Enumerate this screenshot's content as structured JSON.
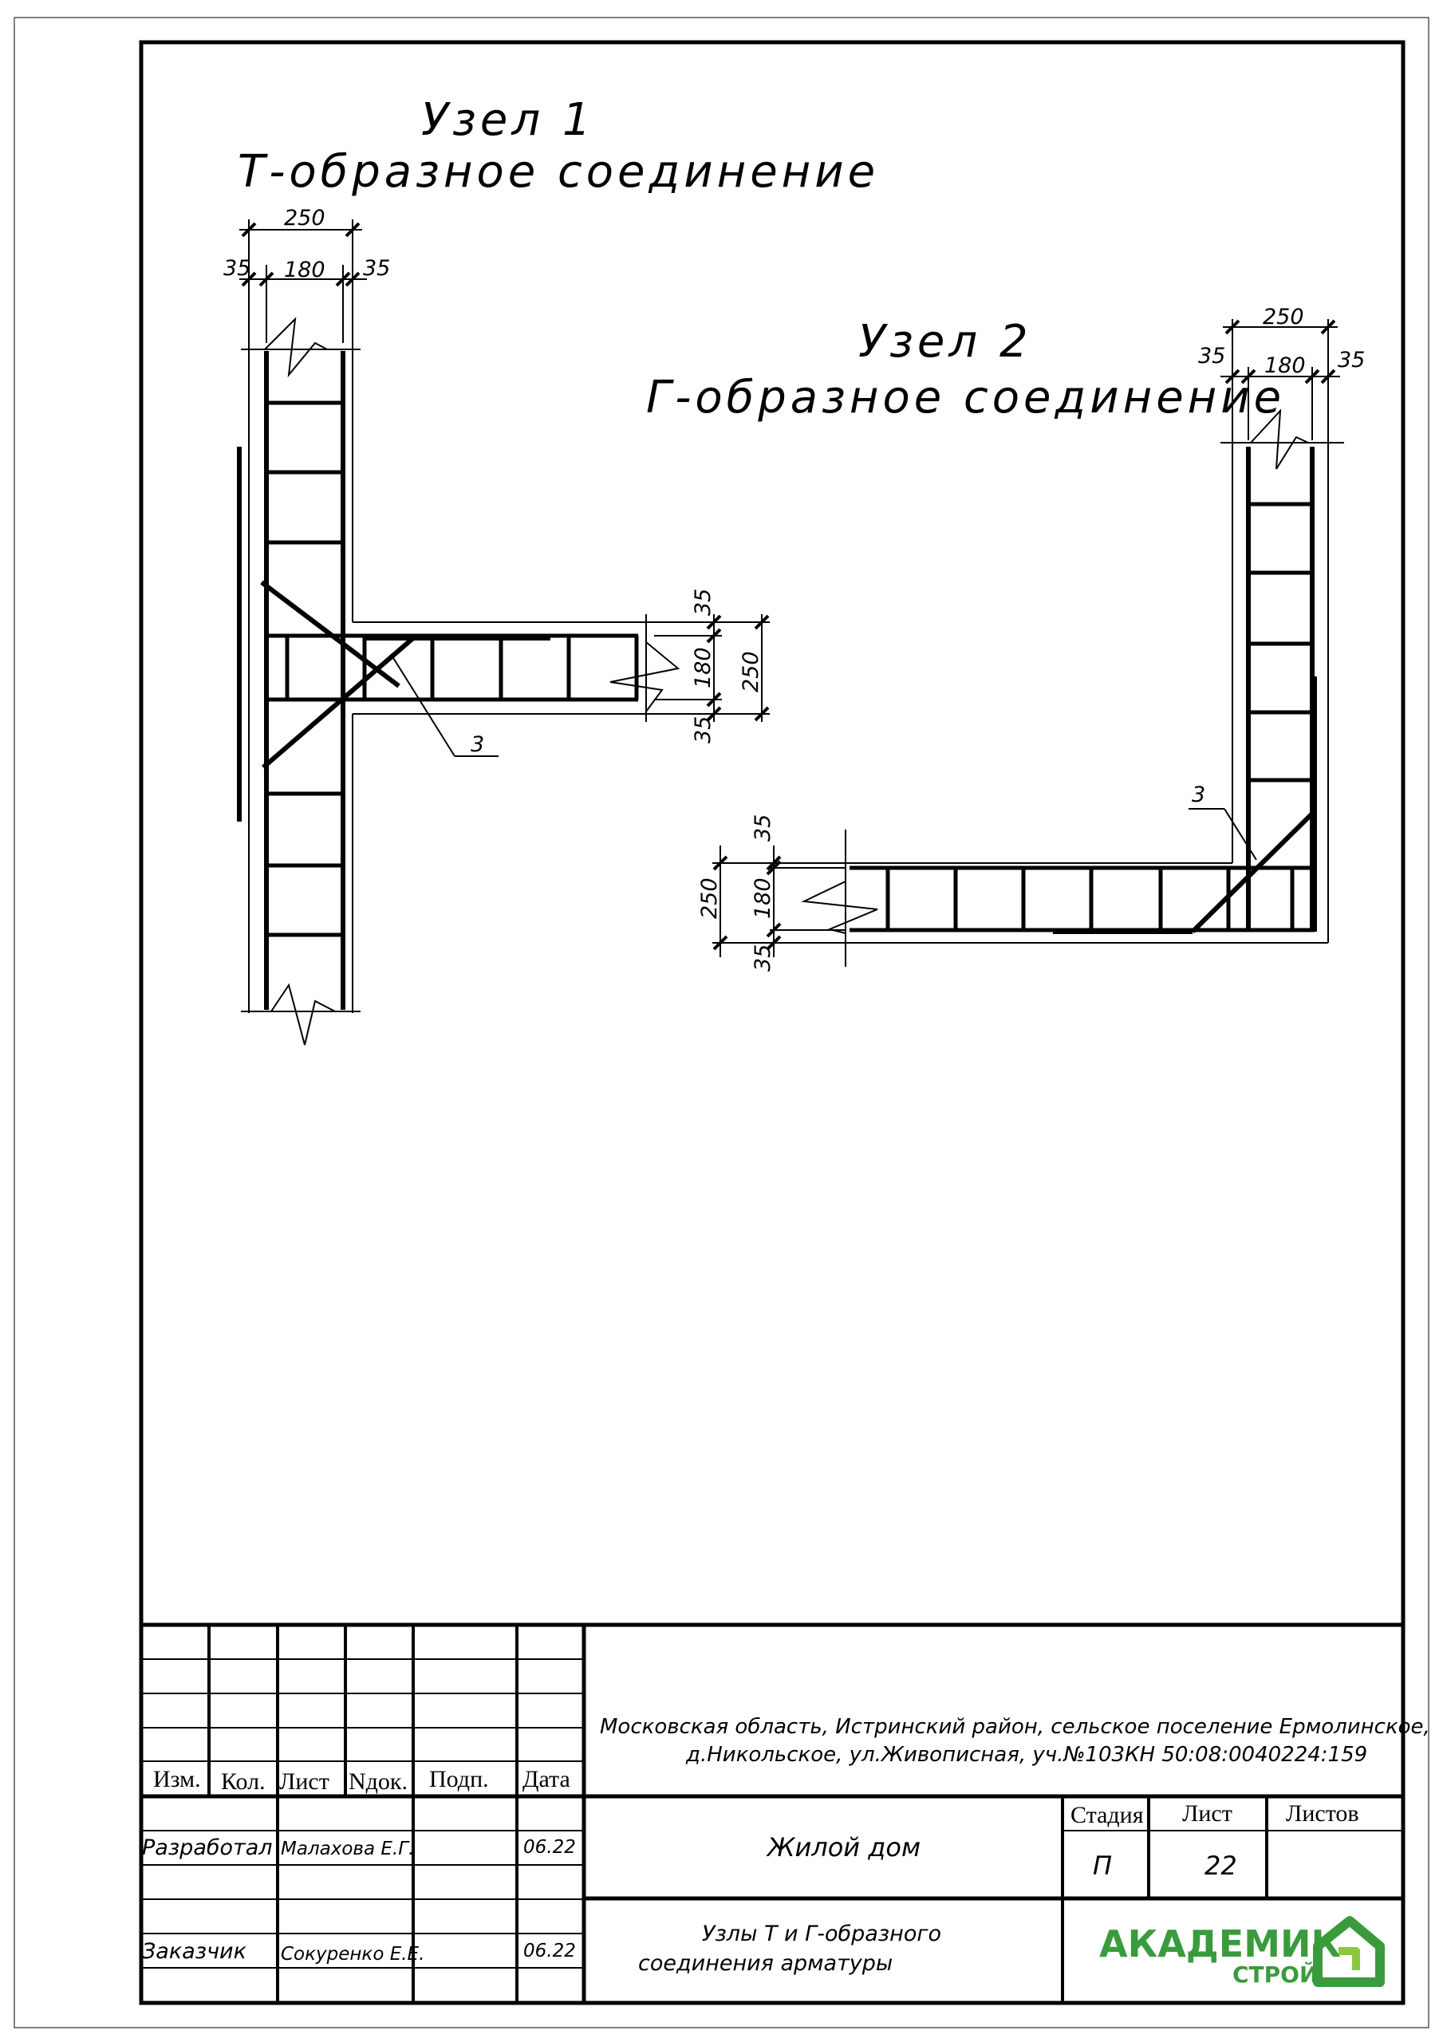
{
  "node1": {
    "title_line1": "Узел 1",
    "title_line2": "Т-образное соединение",
    "dims": {
      "total": "250",
      "cover_left": "35",
      "core": "180",
      "cover_right": "35",
      "side_cover_top": "35",
      "side_core": "180",
      "side_total": "250",
      "side_cover_bottom": "35"
    },
    "callout": "3"
  },
  "node2": {
    "title_line1": "Узел 2",
    "title_line2": "Г-образное соединение",
    "dims": {
      "total": "250",
      "cover_left": "35",
      "core": "180",
      "cover_right": "35",
      "side_cover_top": "35",
      "side_core": "180",
      "side_total": "250",
      "side_cover_bottom": "35"
    },
    "callout": "3"
  },
  "title_block": {
    "headers": {
      "izm": "Изм.",
      "kol": "Кол.",
      "list": "Лист",
      "ndok": "Nдок.",
      "podp": "Подп.",
      "data": "Дата"
    },
    "address_line1": "Московская область, Истринский район, сельское поселение Ермолинское,",
    "address_line2": "д.Никольское, ул.Живописная, уч.№103КН 50:08:0040224:159",
    "object_name": "Жилой дом",
    "stage_label": "Стадия",
    "sheet_label": "Лист",
    "sheets_label": "Листов",
    "stage_value": "П",
    "sheet_value": "22",
    "sheets_value": "",
    "developed_role": "Разработал",
    "developed_name": "Малахова Е.Г.",
    "developed_date": "06.22",
    "client_role": "Заказчик",
    "client_name": "Сокуренко Е.Е.",
    "client_date": "06.22",
    "drawing_title_line1": "Узлы Т и Г-образного",
    "drawing_title_line2": "соединения арматуры",
    "logo_word1": "АКАДЕМИК",
    "logo_word2": "СТРОЙ",
    "logo_color": "#3a9b3d"
  }
}
